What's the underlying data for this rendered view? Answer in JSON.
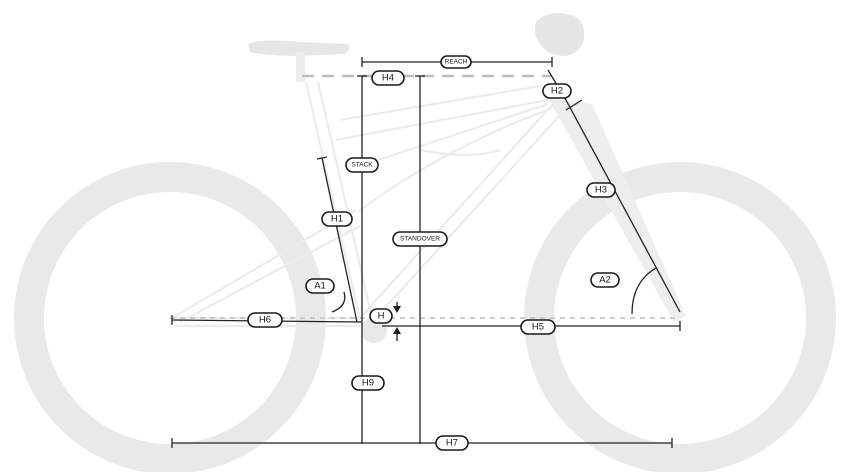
{
  "colors": {
    "ghost": "#e9e9e9",
    "frame_outline": "#ececec",
    "line": "#222222",
    "dash": "#bdbdbd"
  },
  "labels": {
    "reach": "REACH",
    "h4": "H4",
    "h2": "H2",
    "stack": "STACK",
    "h1": "H1",
    "standover": "STANDOVER",
    "h3": "H3",
    "a1": "A1",
    "a2": "A2",
    "h6": "H6",
    "bb_drop": "H",
    "h5": "H5",
    "h9": "H9",
    "h7": "H7"
  }
}
